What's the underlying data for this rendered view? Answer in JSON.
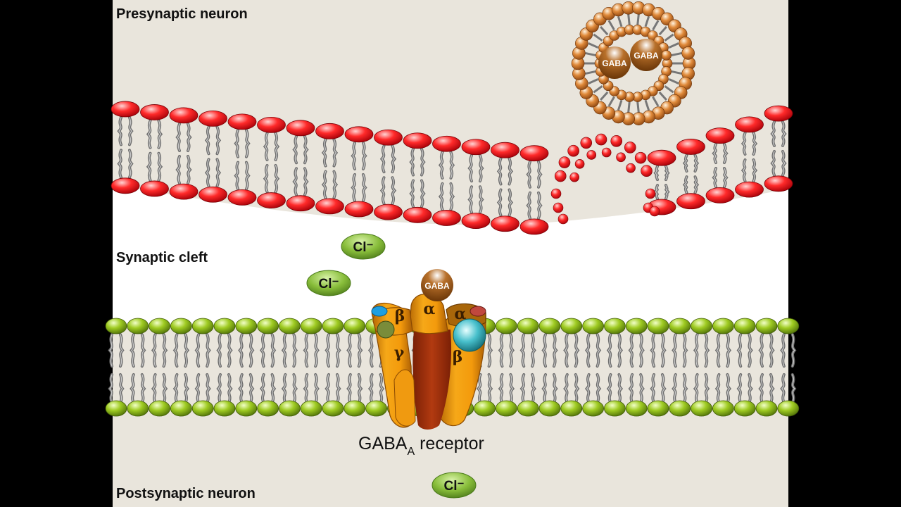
{
  "labels": {
    "presynaptic": "Presynaptic neuron",
    "cleft": "Synaptic cleft",
    "postsynaptic": "Postsynaptic neuron"
  },
  "receptor": {
    "name": "GABA",
    "subscript": "A",
    "suffix": " receptor"
  },
  "neurotransmitter": "GABA",
  "ion_label": "Cl⁻",
  "subunits": {
    "beta_left": "β",
    "gamma": "γ",
    "alpha_center": "α",
    "alpha_right": "α",
    "beta_right": "β"
  },
  "colors": {
    "background_cell": "#e9e5dc",
    "cleft": "#ffffff",
    "presynaptic_head": "#e8141c",
    "postsynaptic_head": "#8fbb1c",
    "vesicle_head": "#c86f22",
    "gaba": "#8a4a10",
    "receptor_orange": "#f5a20f",
    "receptor_pore": "#a5310c",
    "chloride": "#7fb23a",
    "teal_site": "#3fb8c4"
  }
}
